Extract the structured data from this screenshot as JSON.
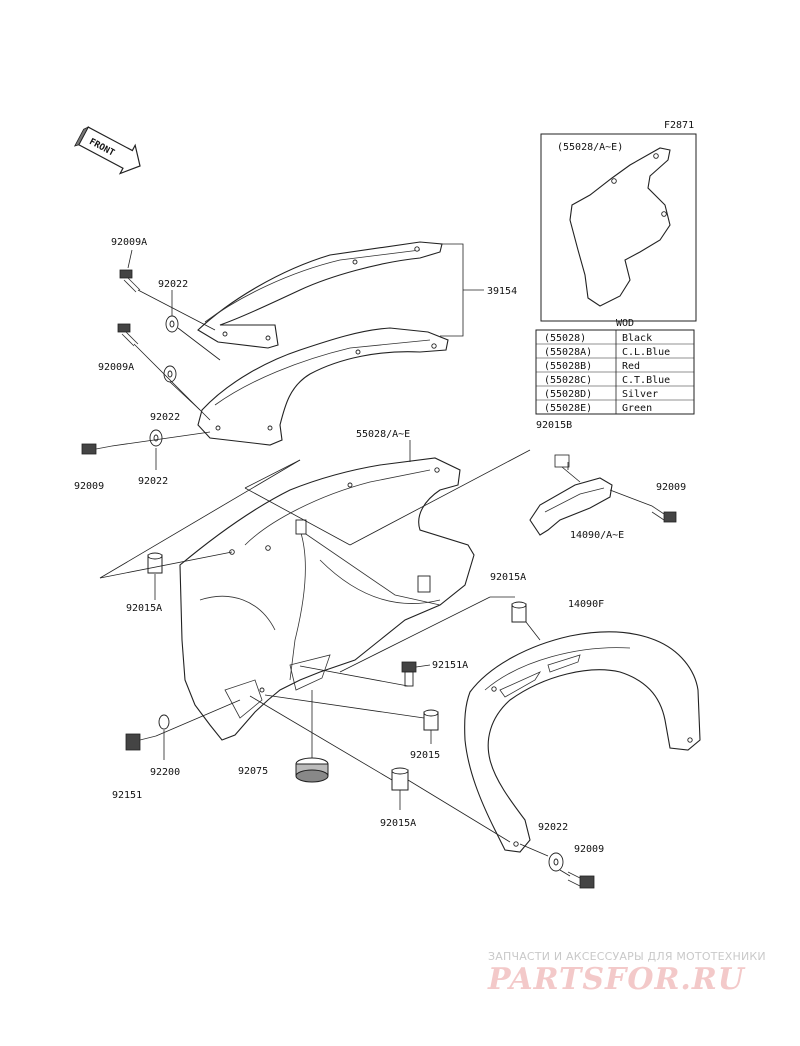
{
  "figure_code": "F2871",
  "front_label": "FRONT",
  "callouts": {
    "c92009A_top": "92009A",
    "c92022_top": "92022",
    "c39154": "39154",
    "c92009A_mid": "92009A",
    "c92022_mid": "92022",
    "c92009_left": "92009",
    "c92022_left": "92022",
    "c55028": "55028/A~E",
    "c92009_right": "92009",
    "c14090": "14090/A~E",
    "c92015A_left": "92015A",
    "c92015A_right": "92015A",
    "c14090F": "14090F",
    "c92151A": "92151A",
    "c92015": "92015",
    "c92200": "92200",
    "c92151": "92151",
    "c92075": "92075",
    "c92015A_bottom": "92015A",
    "c92022_bottom": "92022",
    "c92009_bottom": "92009",
    "c92015B": "92015B"
  },
  "inset": {
    "label": "(55028/A~E)"
  },
  "color_table": {
    "header": "WOD",
    "rows": [
      {
        "code": "(55028)",
        "color": "Black"
      },
      {
        "code": "(55028A)",
        "color": "C.L.Blue"
      },
      {
        "code": "(55028B)",
        "color": "Red"
      },
      {
        "code": "(55028C)",
        "color": "C.T.Blue"
      },
      {
        "code": "(55028D)",
        "color": "Silver"
      },
      {
        "code": "(55028E)",
        "color": "Green"
      }
    ]
  },
  "watermark": {
    "line1": "ЗАПЧАСТИ И АКСЕССУАРЫ ДЛЯ МОТОТЕХНИКИ",
    "logo": "PARTSFOR.RU"
  }
}
